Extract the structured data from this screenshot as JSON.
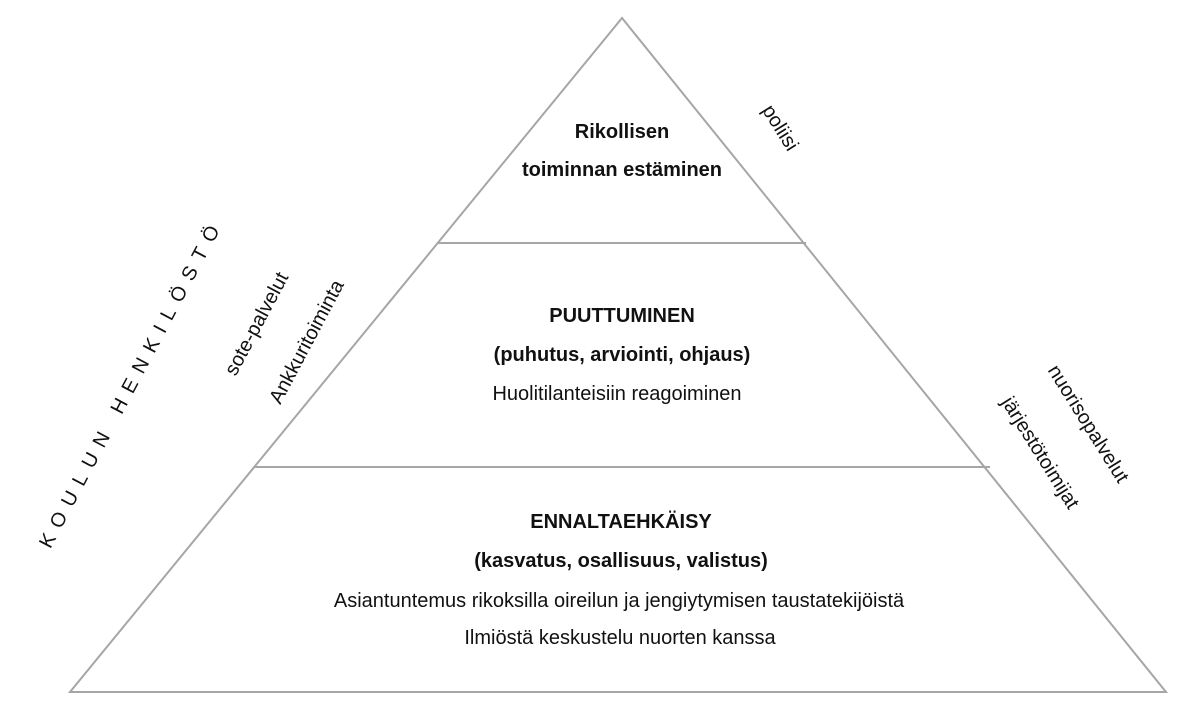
{
  "pyramid": {
    "top": {
      "line1": "Rikollisen",
      "line2": "toiminnan estäminen"
    },
    "middle": {
      "title": "PUUTTUMINEN",
      "subtitle": "(puhutus, arviointi, ohjaus)",
      "text": "Huolitilanteisiin reagoiminen"
    },
    "bottom": {
      "title": "ENNALTAEHKÄISY",
      "subtitle": "(kasvatus, osallisuus, valistus)",
      "line1": "Asiantuntemus rikoksilla oireilun ja jengiytymisen taustatekijöistä",
      "line2": "Ilmiöstä keskustelu nuorten kanssa"
    }
  },
  "left_labels": {
    "staff": "KOULUN HENKILÖSTÖ",
    "social": "sote-palvelut",
    "anchor": "Ankkuritoiminta"
  },
  "right_labels": {
    "police": "poliisi",
    "youth": "nuorisopalvelut",
    "orgs": "järjestötoimijat"
  },
  "colors": {
    "line": "#a6a6a6",
    "text": "#111111"
  }
}
